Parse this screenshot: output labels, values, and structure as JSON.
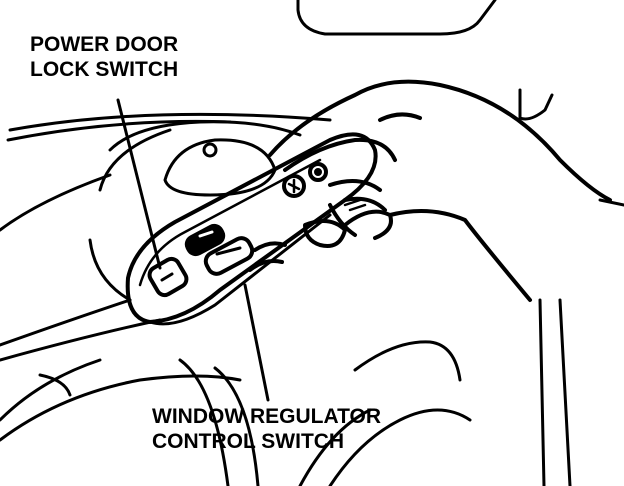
{
  "labels": {
    "power_door_lock_switch": [
      "POWER DOOR",
      "LOCK SWITCH"
    ],
    "window_regulator_control_switch": [
      "WINDOW REGULATOR",
      "CONTROL SWITCH"
    ]
  },
  "colors": {
    "ink": "#000000",
    "paper": "#ffffff"
  }
}
